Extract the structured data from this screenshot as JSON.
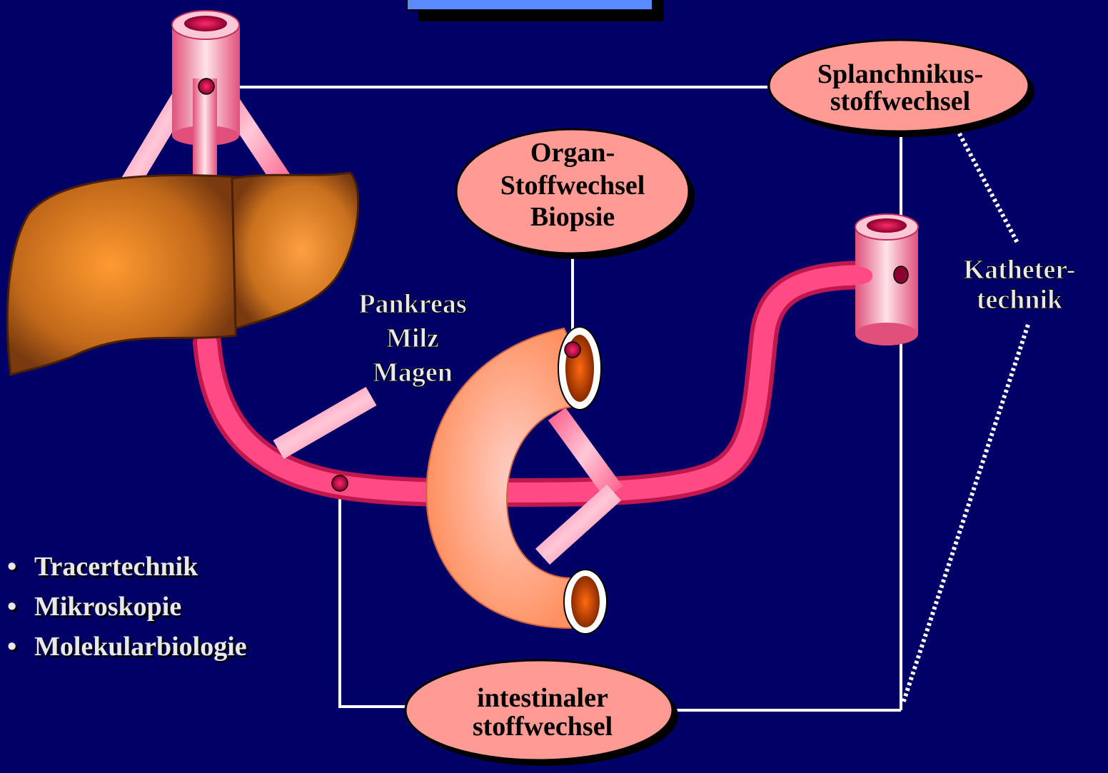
{
  "labels": {
    "splanchnikus": [
      "Splanchnikus-",
      "stoffwechsel"
    ],
    "organ": [
      "Organ-",
      "Stoffwechsel",
      "Biopsie"
    ],
    "intestinal": [
      "intestinaler",
      "stoffwechsel"
    ],
    "katheter": [
      "Katheter-",
      "technik"
    ],
    "organs_branch": [
      "Pankreas",
      "Milz",
      "Magen"
    ]
  },
  "bullets": [
    "Tracertechnik",
    "Mikroskopie",
    "Molekularbiologie"
  ],
  "bullet_symbol": "•",
  "colors": {
    "background": "#000066",
    "ellipse_fill": "#ff9a94",
    "vessel": "#ff3a7a",
    "liver": "#b5651d",
    "intestine": "#ffb089",
    "title_box": "#5b8cff"
  }
}
